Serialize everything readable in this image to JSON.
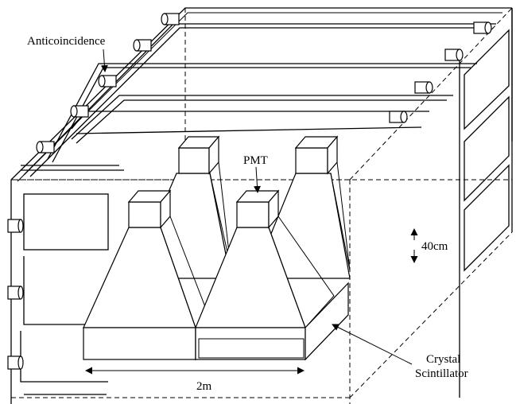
{
  "labels": {
    "anticoincidence": "Anticoincidence",
    "pmt": "PMT",
    "height": "40cm",
    "width": "2m",
    "crystal_line1": "Crystal",
    "crystal_line2": "Scintillator"
  }
}
